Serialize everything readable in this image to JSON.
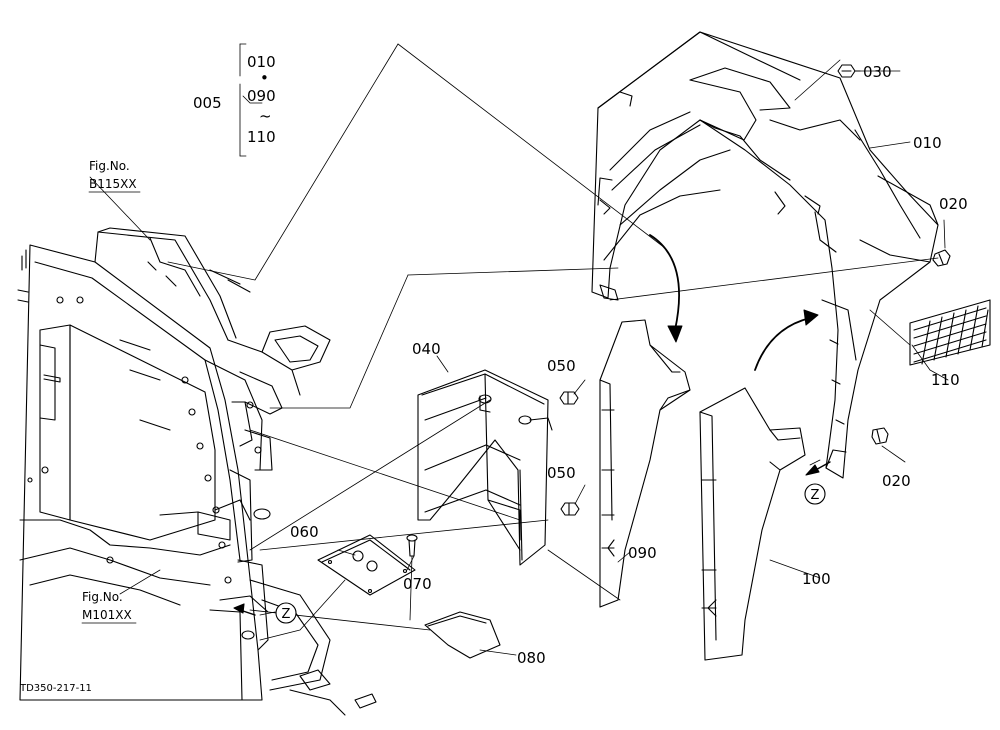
{
  "part_labels": {
    "p005": "005",
    "p010": "010",
    "p020a": "020",
    "p020b": "020",
    "p030": "030",
    "p040": "040",
    "p050a": "050",
    "p050b": "050",
    "p060": "060",
    "p070": "070",
    "p080": "080",
    "p090": "090",
    "p100": "100",
    "p110": "110"
  },
  "assembly_bracket": {
    "first": "010",
    "dot": "•",
    "mid": "090",
    "tilde": "~",
    "last": "110"
  },
  "figure_refs": [
    {
      "title": "Fig.No.",
      "number": "B115XX"
    },
    {
      "title": "Fig.No.",
      "number": "M101XX"
    }
  ],
  "view_markers": [
    "Z",
    "Z"
  ],
  "drawing_code": "TD350-217-11"
}
